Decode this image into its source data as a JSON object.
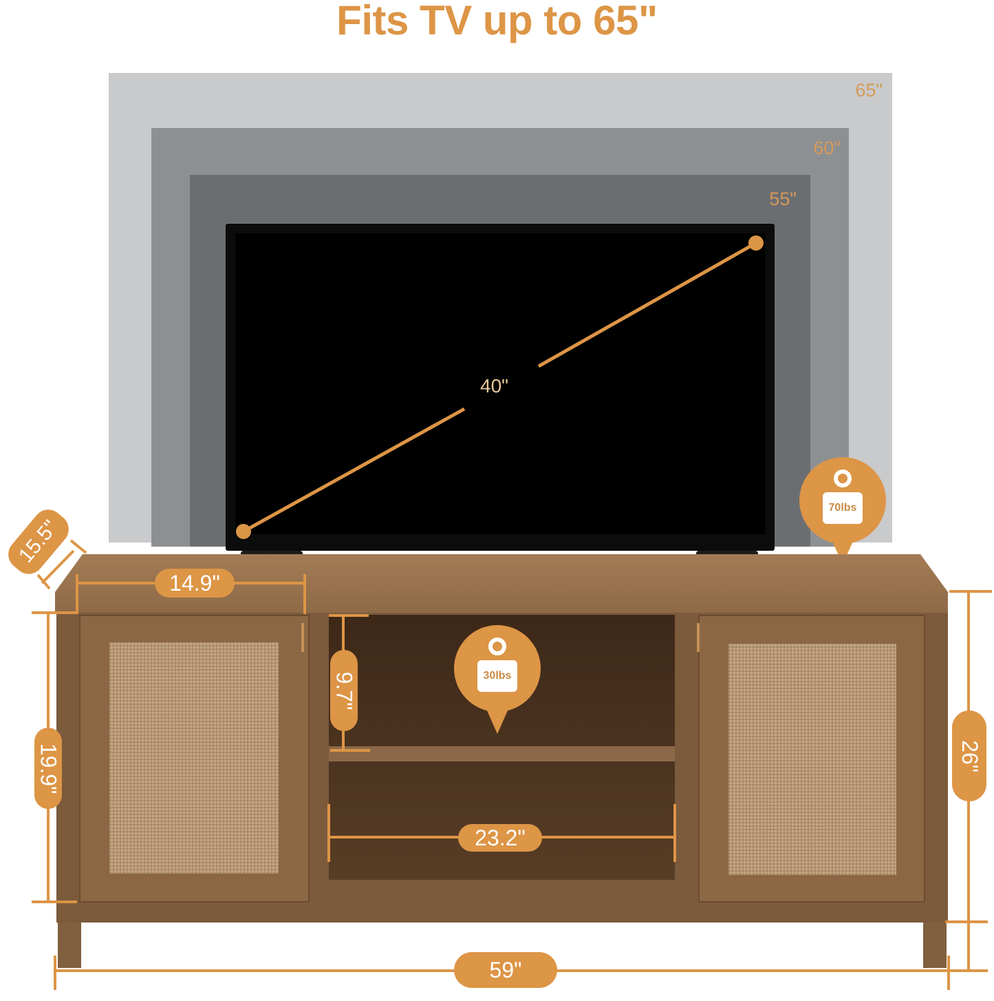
{
  "header": {
    "title": "Fits TV up to 65\""
  },
  "tv_sizes": [
    {
      "label": "65\"",
      "color": "#c9cacc"
    },
    {
      "label": "60\"",
      "color": "#8d9093"
    },
    {
      "label": "55\"",
      "color": "#6b6e71"
    }
  ],
  "tv": {
    "diagonal_label": "40\""
  },
  "weights": {
    "top_capacity": "70lbs",
    "shelf_capacity": "30lbs"
  },
  "dimensions": {
    "depth": "15.5\"",
    "top_section_width": "14.9\"",
    "shelf_height": "9.7\"",
    "cabinet_height": "19.9\"",
    "total_height": "26\"",
    "open_compartment_width": "23.2\"",
    "total_width": "59\""
  },
  "colors": {
    "accent": "#dd9546",
    "wood": "#8e6a47",
    "rattan": "#c4a682"
  }
}
